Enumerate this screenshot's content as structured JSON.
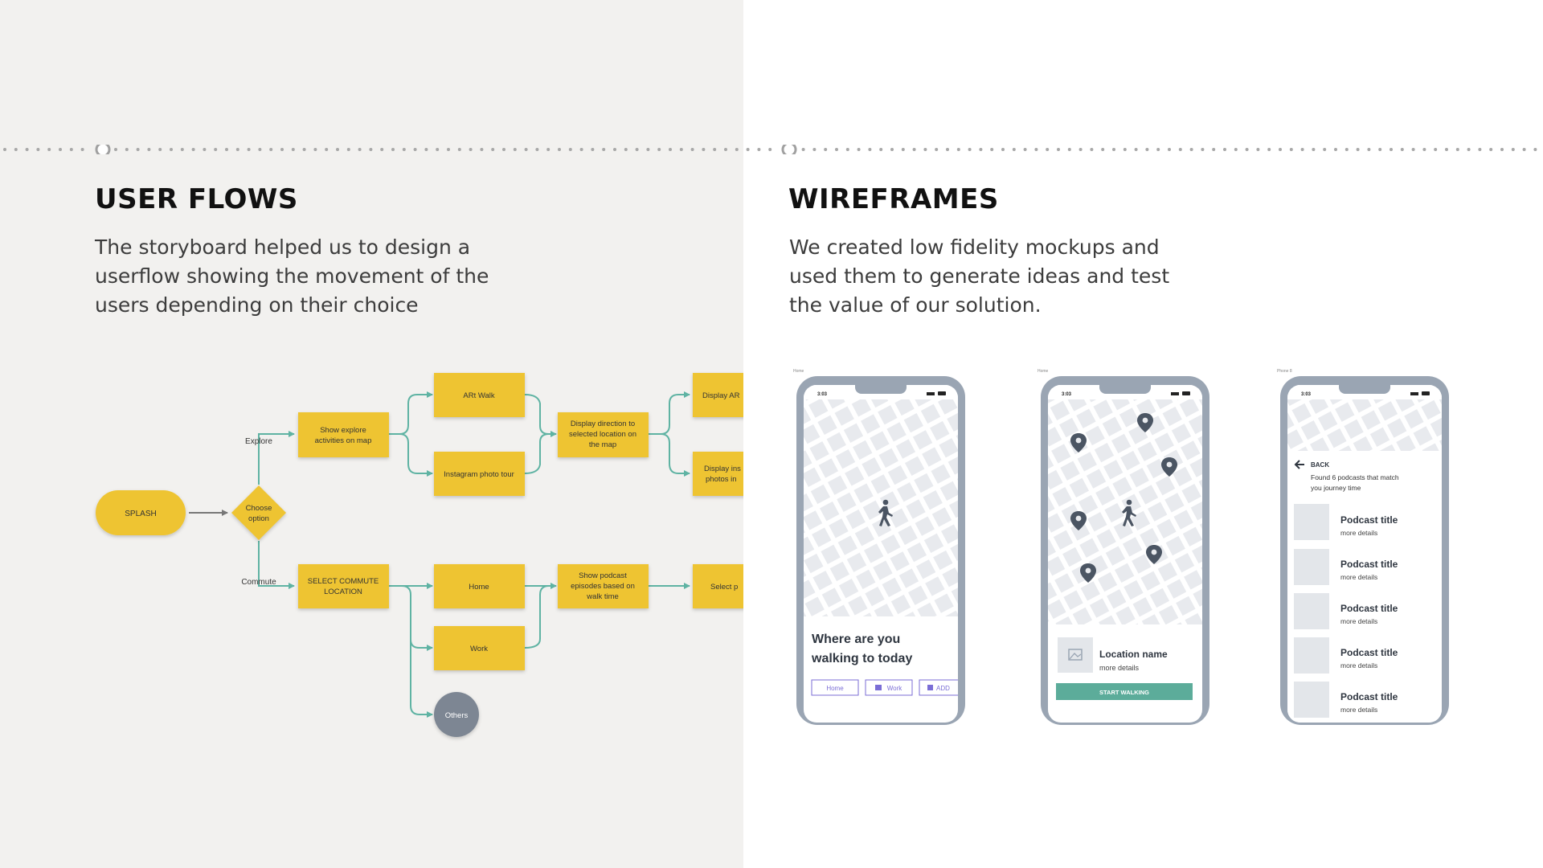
{
  "user_flows": {
    "title": "USER FLOWS",
    "description": "The storyboard helped us to design a userflow showing the movement of the users depending on their choice",
    "flow": {
      "splash": "SPLASH",
      "decision": [
        "Choose",
        "option"
      ],
      "branch_explore": "Explore",
      "branch_commute": "Commute",
      "explore_node": [
        "Show explore",
        "activities on map"
      ],
      "art_walk": "ARt Walk",
      "instagram_tour": "Instagram photo tour",
      "display_direction": [
        "Display direction to",
        "selected location on",
        "the map"
      ],
      "display_ar": "Display AR",
      "display_insta": [
        "Display ins",
        "photos in"
      ],
      "select_commute": [
        "SELECT COMMUTE",
        "LOCATION"
      ],
      "home": "Home",
      "work": "Work",
      "others": "Others",
      "show_podcast": [
        "Show podcast",
        "episodes based on",
        "walk time"
      ],
      "select_p": "Select p"
    },
    "colors": {
      "node": "#eec430",
      "arrow": "#5fb3a3",
      "others": "#7d8693",
      "decision_line": "#777777"
    }
  },
  "wireframes": {
    "title": "WIREFRAMES",
    "description": "We created low fidelity mockups and used them to generate ideas and test the value of our solution.",
    "phone_labels": [
      "Home",
      "Home",
      "Phone 8"
    ],
    "status_time": "3:03",
    "phone1": {
      "question_line1": "Where are you",
      "question_line2": "walking to today",
      "chips": [
        "Home",
        "Work",
        "ADD"
      ]
    },
    "phone2": {
      "location_name": "Location name",
      "more_details": "more details",
      "button": "START WALKING"
    },
    "phone3": {
      "back": "BACK",
      "found_line1": "Found 6 podcasts that match",
      "found_line2": "you journey time",
      "podcasts": [
        {
          "title": "Podcast title",
          "details": "more details"
        },
        {
          "title": "Podcast title",
          "details": "more details"
        },
        {
          "title": "Podcast title",
          "details": "more details"
        },
        {
          "title": "Podcast title",
          "details": "more details"
        },
        {
          "title": "Podcast title",
          "details": "more details"
        }
      ]
    },
    "colors": {
      "frame": "#9aa5b3",
      "map_bg": "#e8eaee",
      "accent": "#5cac9a",
      "chip_border": "#7b6ed6",
      "pin": "#4b5563"
    }
  }
}
